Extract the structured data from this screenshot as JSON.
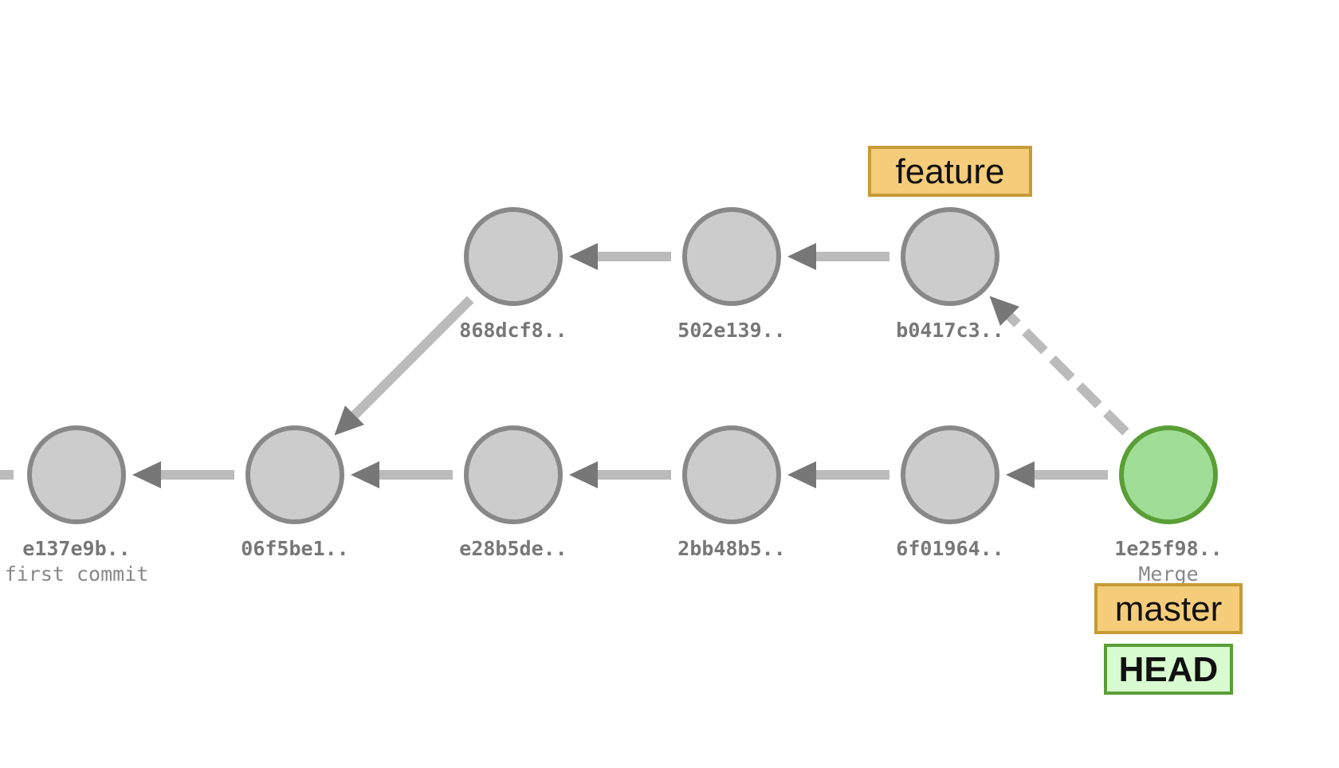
{
  "colors": {
    "node_fill": "#cccccc",
    "node_stroke": "#888888",
    "head_node_fill": "#a0dd96",
    "head_node_stroke": "#5a9e36",
    "edge": "#bbbbbb",
    "arrowhead": "#777777",
    "branch_fill": "#f5cc7a",
    "branch_stroke": "#c79b35",
    "head_label_fill": "#d8fbd0",
    "head_label_stroke": "#5a9e36"
  },
  "commits": [
    {
      "id": "e137e9b",
      "hash": "e137e9b..",
      "message": "first commit"
    },
    {
      "id": "06f5be1",
      "hash": "06f5be1..",
      "message": ""
    },
    {
      "id": "e28b5de",
      "hash": "e28b5de..",
      "message": ""
    },
    {
      "id": "2bb48b5",
      "hash": "2bb48b5..",
      "message": ""
    },
    {
      "id": "6f01964",
      "hash": "6f01964..",
      "message": ""
    },
    {
      "id": "1e25f98",
      "hash": "1e25f98..",
      "message": "Merge",
      "is_head": true
    },
    {
      "id": "868dcf8",
      "hash": "868dcf8..",
      "message": ""
    },
    {
      "id": "502e139",
      "hash": "502e139..",
      "message": ""
    },
    {
      "id": "b0417c3",
      "hash": "b0417c3..",
      "message": ""
    }
  ],
  "edges": [
    {
      "from": "06f5be1",
      "to": "e137e9b",
      "style": "solid"
    },
    {
      "from": "e28b5de",
      "to": "06f5be1",
      "style": "solid"
    },
    {
      "from": "2bb48b5",
      "to": "e28b5de",
      "style": "solid"
    },
    {
      "from": "6f01964",
      "to": "2bb48b5",
      "style": "solid"
    },
    {
      "from": "1e25f98",
      "to": "6f01964",
      "style": "solid"
    },
    {
      "from": "868dcf8",
      "to": "06f5be1",
      "style": "solid"
    },
    {
      "from": "502e139",
      "to": "868dcf8",
      "style": "solid"
    },
    {
      "from": "b0417c3",
      "to": "502e139",
      "style": "solid"
    },
    {
      "from": "1e25f98",
      "to": "b0417c3",
      "style": "dashed"
    }
  ],
  "refs": [
    {
      "label": "feature",
      "kind": "branch",
      "commit": "b0417c3",
      "placement": "above"
    },
    {
      "label": "master",
      "kind": "branch",
      "commit": "1e25f98",
      "placement": "below"
    },
    {
      "label": "HEAD",
      "kind": "head",
      "commit": "1e25f98",
      "placement": "below"
    }
  ]
}
